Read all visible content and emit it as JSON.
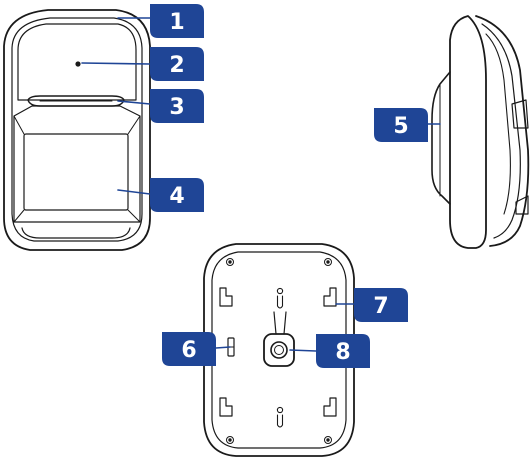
{
  "colors": {
    "callout_fill": "#1f4596",
    "line": "#1a1a1a",
    "body": "#ffffff"
  },
  "callouts": [
    {
      "id": "1",
      "label": "1"
    },
    {
      "id": "2",
      "label": "2"
    },
    {
      "id": "3",
      "label": "3"
    },
    {
      "id": "4",
      "label": "4"
    },
    {
      "id": "5",
      "label": "5"
    },
    {
      "id": "6",
      "label": "6"
    },
    {
      "id": "7",
      "label": "7"
    },
    {
      "id": "8",
      "label": "8"
    }
  ]
}
